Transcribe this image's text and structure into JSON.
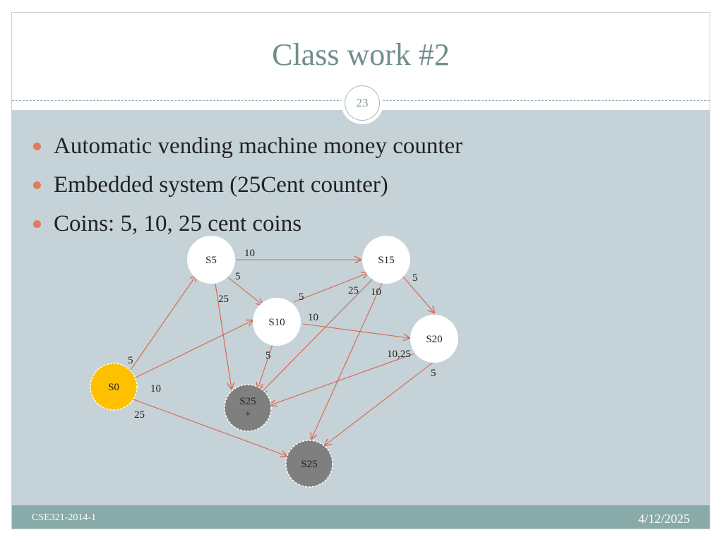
{
  "slide": {
    "title": "Class work #2",
    "page_number": "23",
    "bullets": [
      "Automatic vending machine money counter",
      "Embedded system (25Cent counter)",
      "Coins: 5, 10, 25 cent coins"
    ],
    "footer_left": "CSE321-2014-1",
    "footer_right": "4/12/2025"
  },
  "colors": {
    "title": "#6f8f8c",
    "content_bg": "#c5d2d7",
    "footer_bg": "#88aaa9",
    "bullet": "#e07b60",
    "edge": "#d9644a",
    "start_node": "#ffc000",
    "final_node": "#7f7f7f"
  },
  "diagram": {
    "nodes": [
      {
        "id": "s0",
        "label": "S0"
      },
      {
        "id": "s5",
        "label": "S5"
      },
      {
        "id": "s10",
        "label": "S10"
      },
      {
        "id": "s15",
        "label": "S15"
      },
      {
        "id": "s20",
        "label": "S20"
      },
      {
        "id": "s25p",
        "label": "S25",
        "label2": "+"
      },
      {
        "id": "s25",
        "label": "S25"
      }
    ],
    "edge_labels": {
      "s0_s5": "5",
      "s0_s10": "10",
      "s0_s25": "25",
      "s5_s15": "10",
      "s5_s10": "5",
      "s5_s25p": "25",
      "s10_s15": "5",
      "s10_s20": "10",
      "s10_s25p": "5",
      "s15_s20": "5",
      "s15_s25p": "25",
      "s15_s25": "10",
      "s20_s25p": "10,25",
      "s20_s25": "5"
    }
  }
}
